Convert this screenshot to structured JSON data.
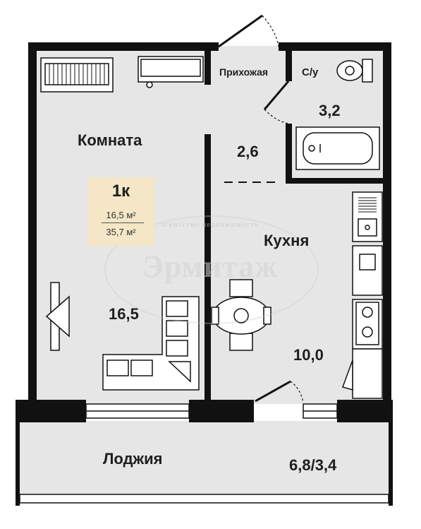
{
  "rooms": {
    "komnata": {
      "name": "Комната",
      "area": "16,5"
    },
    "prikhozhaya": {
      "name": "Прихожая",
      "area": "2,6"
    },
    "su": {
      "name": "С/у",
      "area": "3,2"
    },
    "kukhnya": {
      "name": "Кухня",
      "area": "10,0"
    },
    "lodzhiya": {
      "name": "Лоджия",
      "area": "6,8/3,4"
    }
  },
  "badge": {
    "type": "1к",
    "living_area": "16,5 м²",
    "total_area": "35,7 м²"
  },
  "watermark": {
    "brand": "Эрмитаж",
    "tagline": "агентство недвижимости"
  },
  "colors": {
    "floor": "#e6e6e6",
    "wall": "#111111",
    "badge": "#f4e6c6",
    "fixture_stroke": "#1a1a1a"
  }
}
